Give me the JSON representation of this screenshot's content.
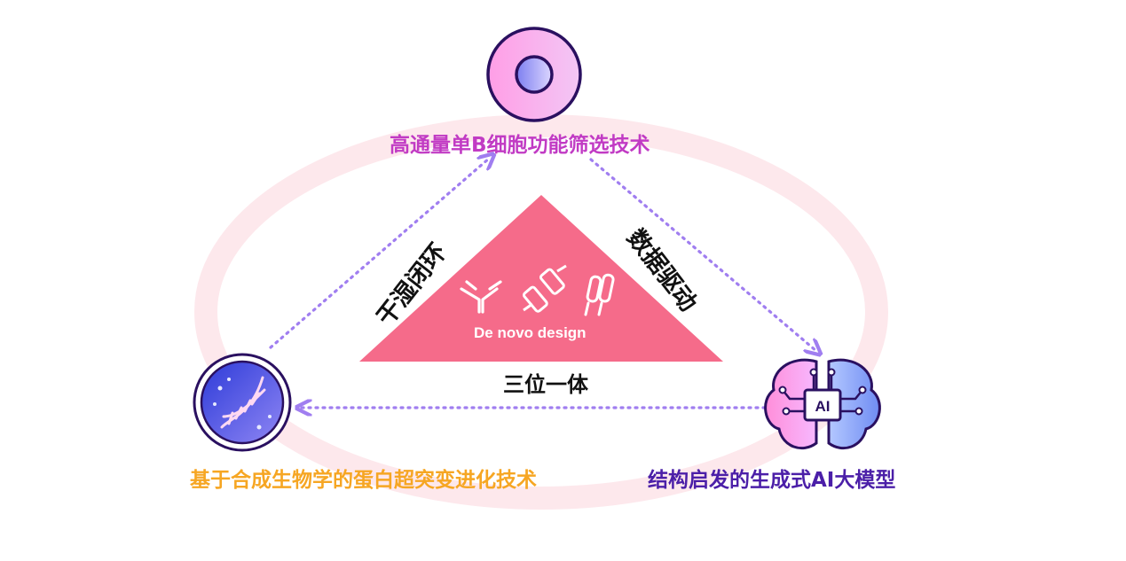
{
  "nodes": {
    "top": {
      "label": "高通量单B细胞功能筛选技术",
      "color": "#c13bc4"
    },
    "left": {
      "label": "基于合成生物学的蛋白超突变进化技术",
      "color": "#f6a623"
    },
    "right": {
      "label": "结构启发的生成式AI大模型",
      "color": "#4b1fa8"
    }
  },
  "center": {
    "label": "三位一体",
    "design": "De novo design",
    "triangle_color": "#f56b8a"
  },
  "edges": {
    "left_edge": "干湿闭环",
    "right_edge": "数据驱动"
  },
  "icons": {
    "top": "cell-icon",
    "left": "dna-cell-icon",
    "right": "ai-brain-icon",
    "chip_text": "AI"
  },
  "colors": {
    "ring": "#fde8ec",
    "arrow": "#a07ef0"
  }
}
